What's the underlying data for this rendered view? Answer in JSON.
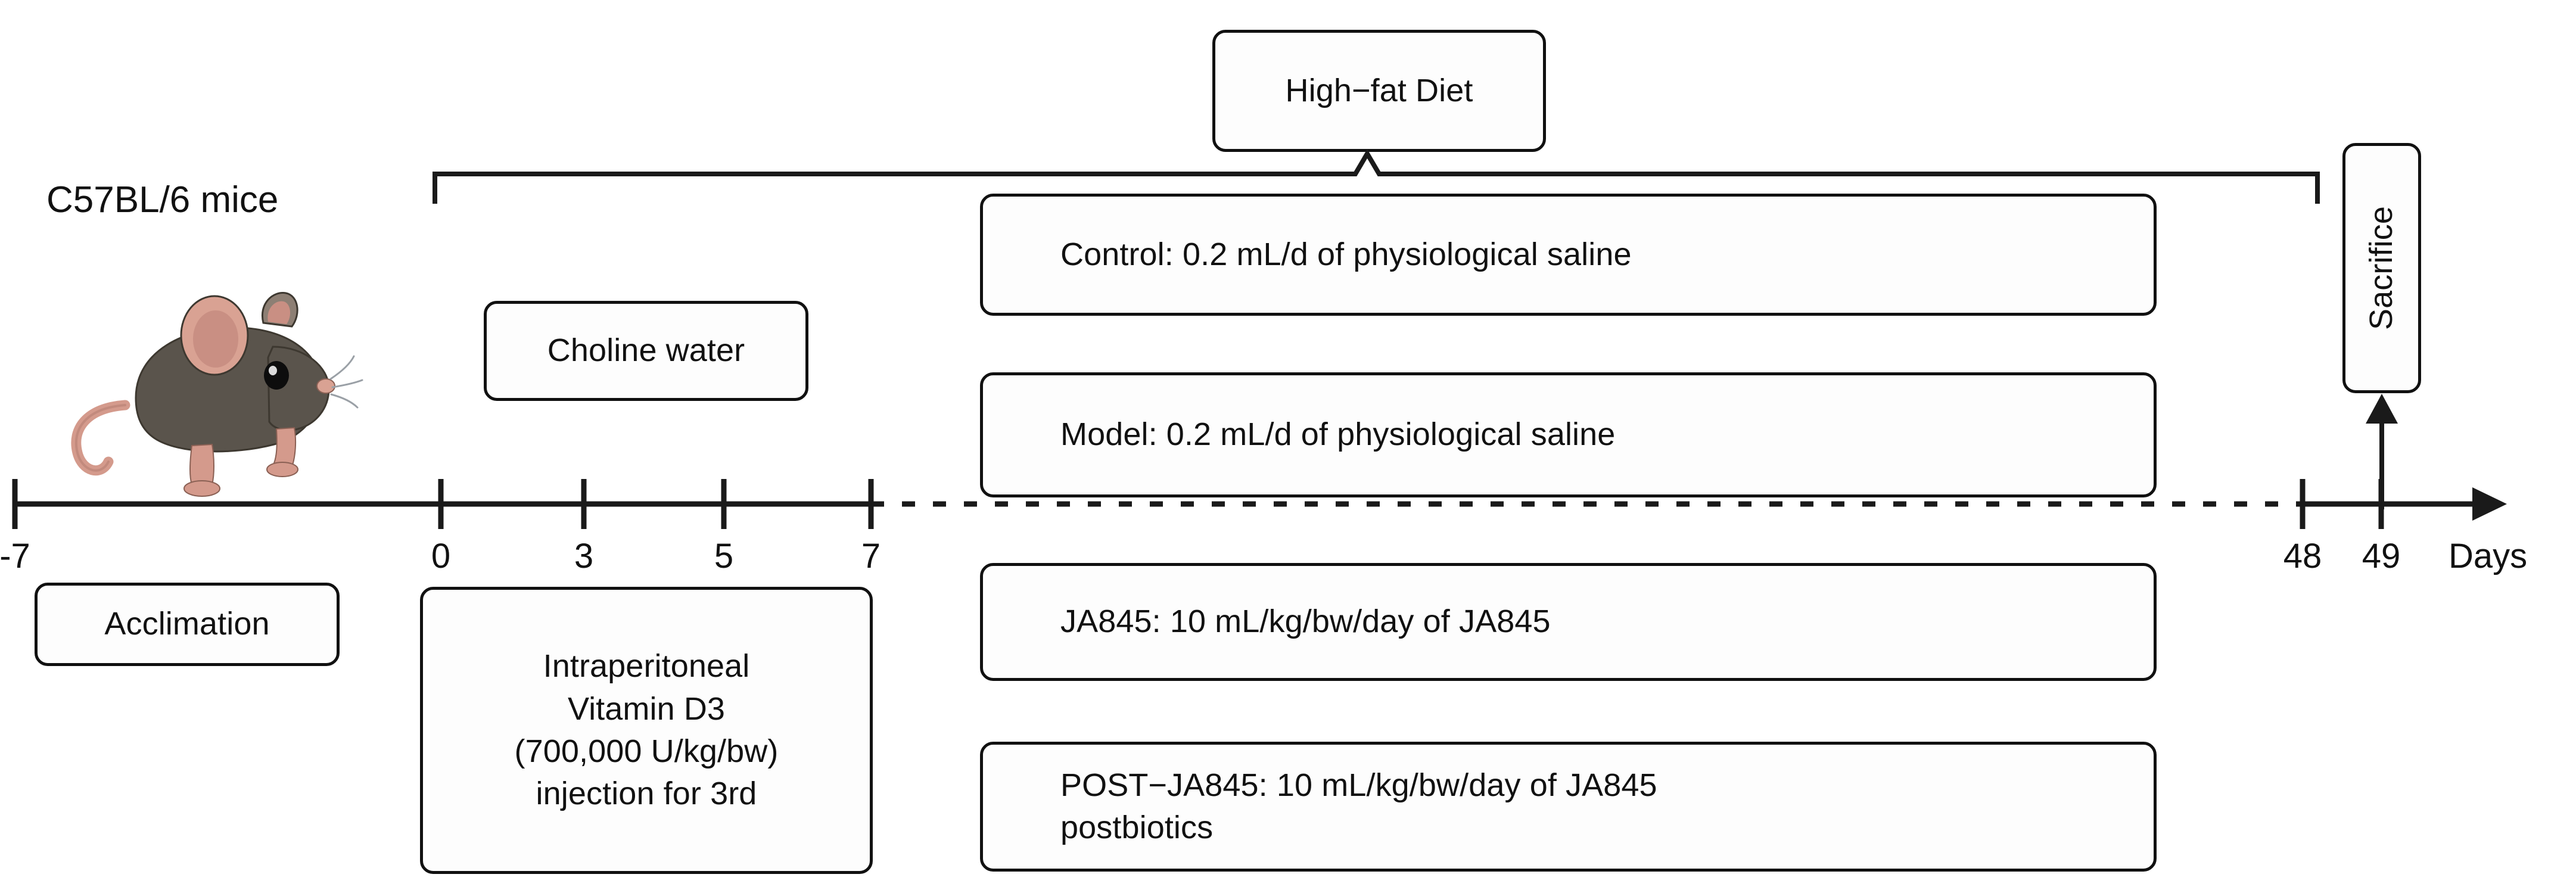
{
  "figure": {
    "type": "experimental-timeline-diagram",
    "animal_label": "C57BL/6 mice",
    "axis_unit_label": "Days",
    "colors": {
      "line": "#1a1a1a",
      "box_border": "#111111",
      "box_fill": "#fdfdfd",
      "mouse_fur": "#5a544c",
      "mouse_skin": "#d49a8c",
      "background": "#ffffff"
    }
  },
  "timeline": {
    "ticks": [
      {
        "label": "-7",
        "day": -7
      },
      {
        "label": "0",
        "day": 0
      },
      {
        "label": "3",
        "day": 3
      },
      {
        "label": "5",
        "day": 5
      },
      {
        "label": "7",
        "day": 7
      },
      {
        "label": "48",
        "day": 48
      },
      {
        "label": "49",
        "day": 49
      }
    ],
    "dashed_segment": {
      "from": 7,
      "to": 48
    },
    "unit": "Days"
  },
  "boxes": {
    "high_fat_diet": "High−fat Diet",
    "sacrifice": "Sacrifice",
    "choline_water": "Choline water",
    "acclimation": "Acclimation",
    "vitamin_d3": {
      "line1": "Intraperitoneal",
      "line2": "Vitamin D3",
      "line3": "(700,000 U/kg/bw)",
      "line4": "injection for 3rd"
    }
  },
  "groups": [
    {
      "id": "control",
      "text": "Control:  0.2 mL/d of physiological saline"
    },
    {
      "id": "model",
      "text": "Model:  0.2 mL/d of physiological saline"
    },
    {
      "id": "ja845",
      "text": "JA845: 10 mL/kg/bw/day of JA845"
    },
    {
      "id": "post-ja845",
      "line1": "POST−JA845: 10 mL/kg/bw/day of JA845",
      "line2": "postbiotics"
    }
  ]
}
